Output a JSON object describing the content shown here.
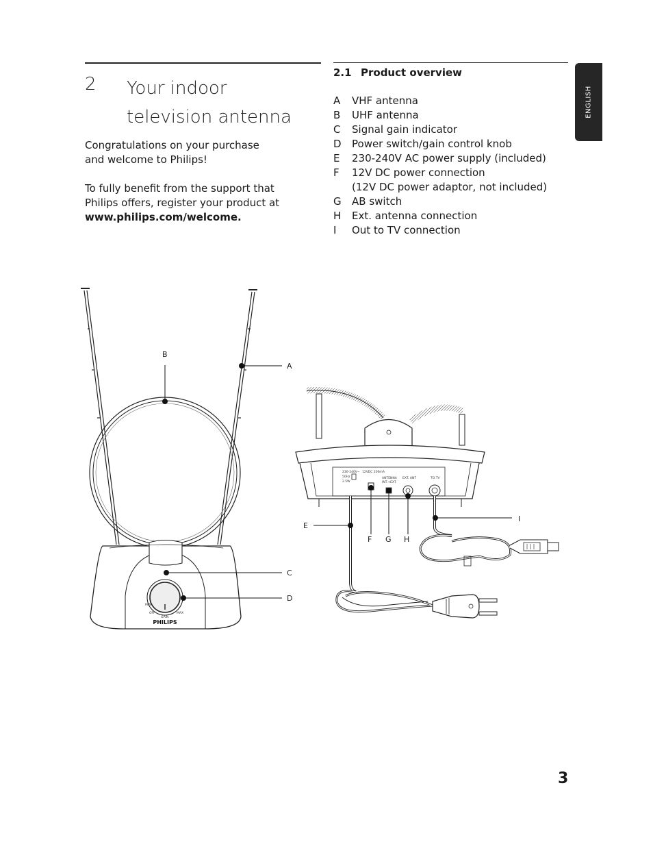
{
  "chapter": {
    "number": "2",
    "title_line1": "Your indoor",
    "title_line2": "television antenna"
  },
  "intro": {
    "paragraph1": "Congratulations on your purchase and welcome to Philips!",
    "paragraph2": "To fully benefit from the support that Philips offers, register your product at",
    "link": "www.philips.com/welcome."
  },
  "section": {
    "number": "2.1",
    "title": "Product overview"
  },
  "parts": [
    {
      "letter": "A",
      "label": "VHF antenna"
    },
    {
      "letter": "B",
      "label": "UHF antenna"
    },
    {
      "letter": "C",
      "label": "Signal gain indicator"
    },
    {
      "letter": "D",
      "label": "Power switch/gain control knob"
    },
    {
      "letter": "E",
      "label": "230-240V AC power supply (included)"
    },
    {
      "letter": "F",
      "label": "12V DC power connection",
      "label2": "(12V DC power adaptor, not included)"
    },
    {
      "letter": "G",
      "label": "AB switch"
    },
    {
      "letter": "H",
      "label": "Ext. antenna connection"
    },
    {
      "letter": "I",
      "label": "Out to TV connection"
    }
  ],
  "language_tab": "ENGLISH",
  "page_number": "3",
  "diagram": {
    "callouts": [
      "A",
      "B",
      "C",
      "D",
      "E",
      "F",
      "G",
      "H",
      "I"
    ],
    "brand": "PHILIPS",
    "knob_labels": {
      "min": "MIN",
      "gain": "GAIN",
      "max": "MAX",
      "off": "OFF"
    },
    "port_labels": {
      "power": "230-240V~",
      "power2": "50Hz",
      "power3": "2.5W",
      "dc": "12VDC 200mA",
      "ab": "ANTENNA",
      "ab2": "INT.+EXT.",
      "ext": "EXT. ANT",
      "tv": "TO TV"
    }
  }
}
